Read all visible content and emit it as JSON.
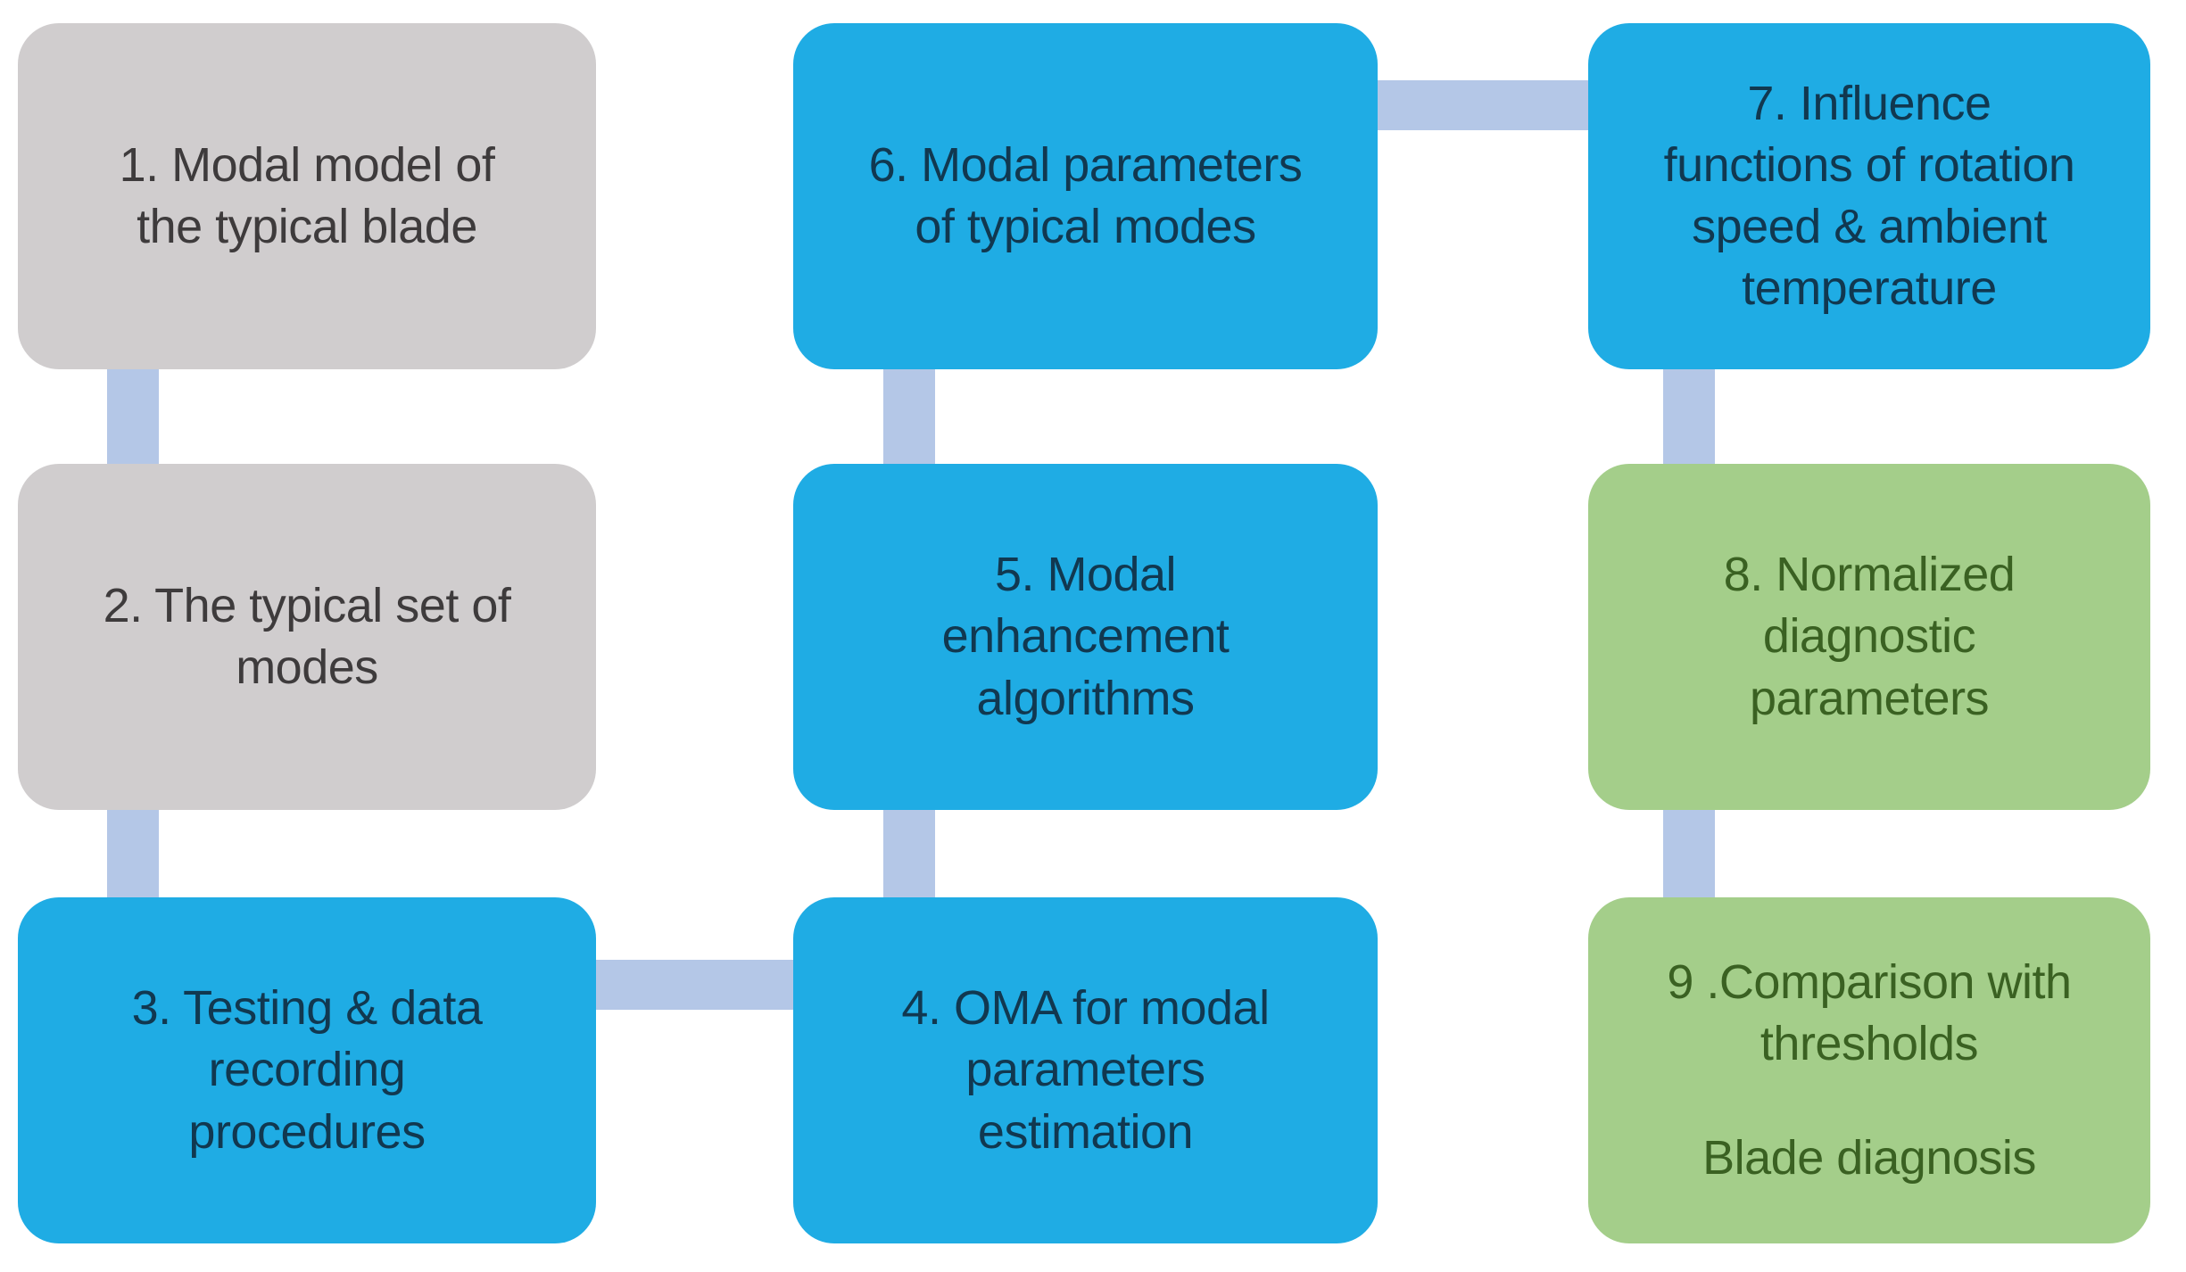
{
  "diagram": {
    "description": "Blade diagnosis process flow diagram with nine numbered steps",
    "background_color": "#ffffff",
    "connector_color": "#b4c7e7",
    "colors": {
      "gray_box_fill": "#d0cdce",
      "gray_box_text": "#3e3b3c",
      "blue_box_fill": "#1face4",
      "blue_box_text": "#113850",
      "green_box_fill": "#a4ce8a",
      "green_box_text": "#3a6122"
    },
    "boxes": [
      {
        "num": "1",
        "text": "1. Modal model of\nthe typical blade",
        "fill": "#d0cdce",
        "text_color": "#3e3b3c"
      },
      {
        "num": "2",
        "text": "2. The typical set of\nmodes",
        "fill": "#d0cdce",
        "text_color": "#3e3b3c"
      },
      {
        "num": "3",
        "text": "3. Testing & data\nrecording\nprocedures",
        "fill": "#1face4",
        "text_color": "#113850"
      },
      {
        "num": "4",
        "text": "4. OMA  for modal\nparameters\nestimation",
        "fill": "#1face4",
        "text_color": "#113850"
      },
      {
        "num": "5",
        "text": "5. Modal\nenhancement\nalgorithms",
        "fill": "#1face4",
        "text_color": "#113850"
      },
      {
        "num": "6",
        "text": "6. Modal parameters\nof typical modes",
        "fill": "#1face4",
        "text_color": "#113850"
      },
      {
        "num": "7",
        "text": "7. Influence\nfunctions of rotation\nspeed & ambient\ntemperature",
        "fill": "#1face4",
        "text_color": "#113850"
      },
      {
        "num": "8",
        "text": "8. Normalized\ndiagnostic\nparameters",
        "fill": "#a4ce8a",
        "text_color": "#3a6122"
      },
      {
        "num": "9",
        "text": "9 .Comparison with\nthresholds",
        "text2": "Blade diagnosis",
        "fill": "#a4ce8a",
        "text_color": "#3a6122"
      }
    ],
    "connectors": [
      {
        "from": "1",
        "to": "2",
        "orientation": "vertical"
      },
      {
        "from": "2",
        "to": "3",
        "orientation": "vertical"
      },
      {
        "from": "3",
        "to": "4",
        "orientation": "horizontal"
      },
      {
        "from": "4",
        "to": "5",
        "orientation": "vertical"
      },
      {
        "from": "5",
        "to": "6",
        "orientation": "vertical"
      },
      {
        "from": "6",
        "to": "7",
        "orientation": "horizontal"
      },
      {
        "from": "7",
        "to": "8",
        "orientation": "vertical"
      },
      {
        "from": "8",
        "to": "9",
        "orientation": "vertical"
      }
    ]
  }
}
